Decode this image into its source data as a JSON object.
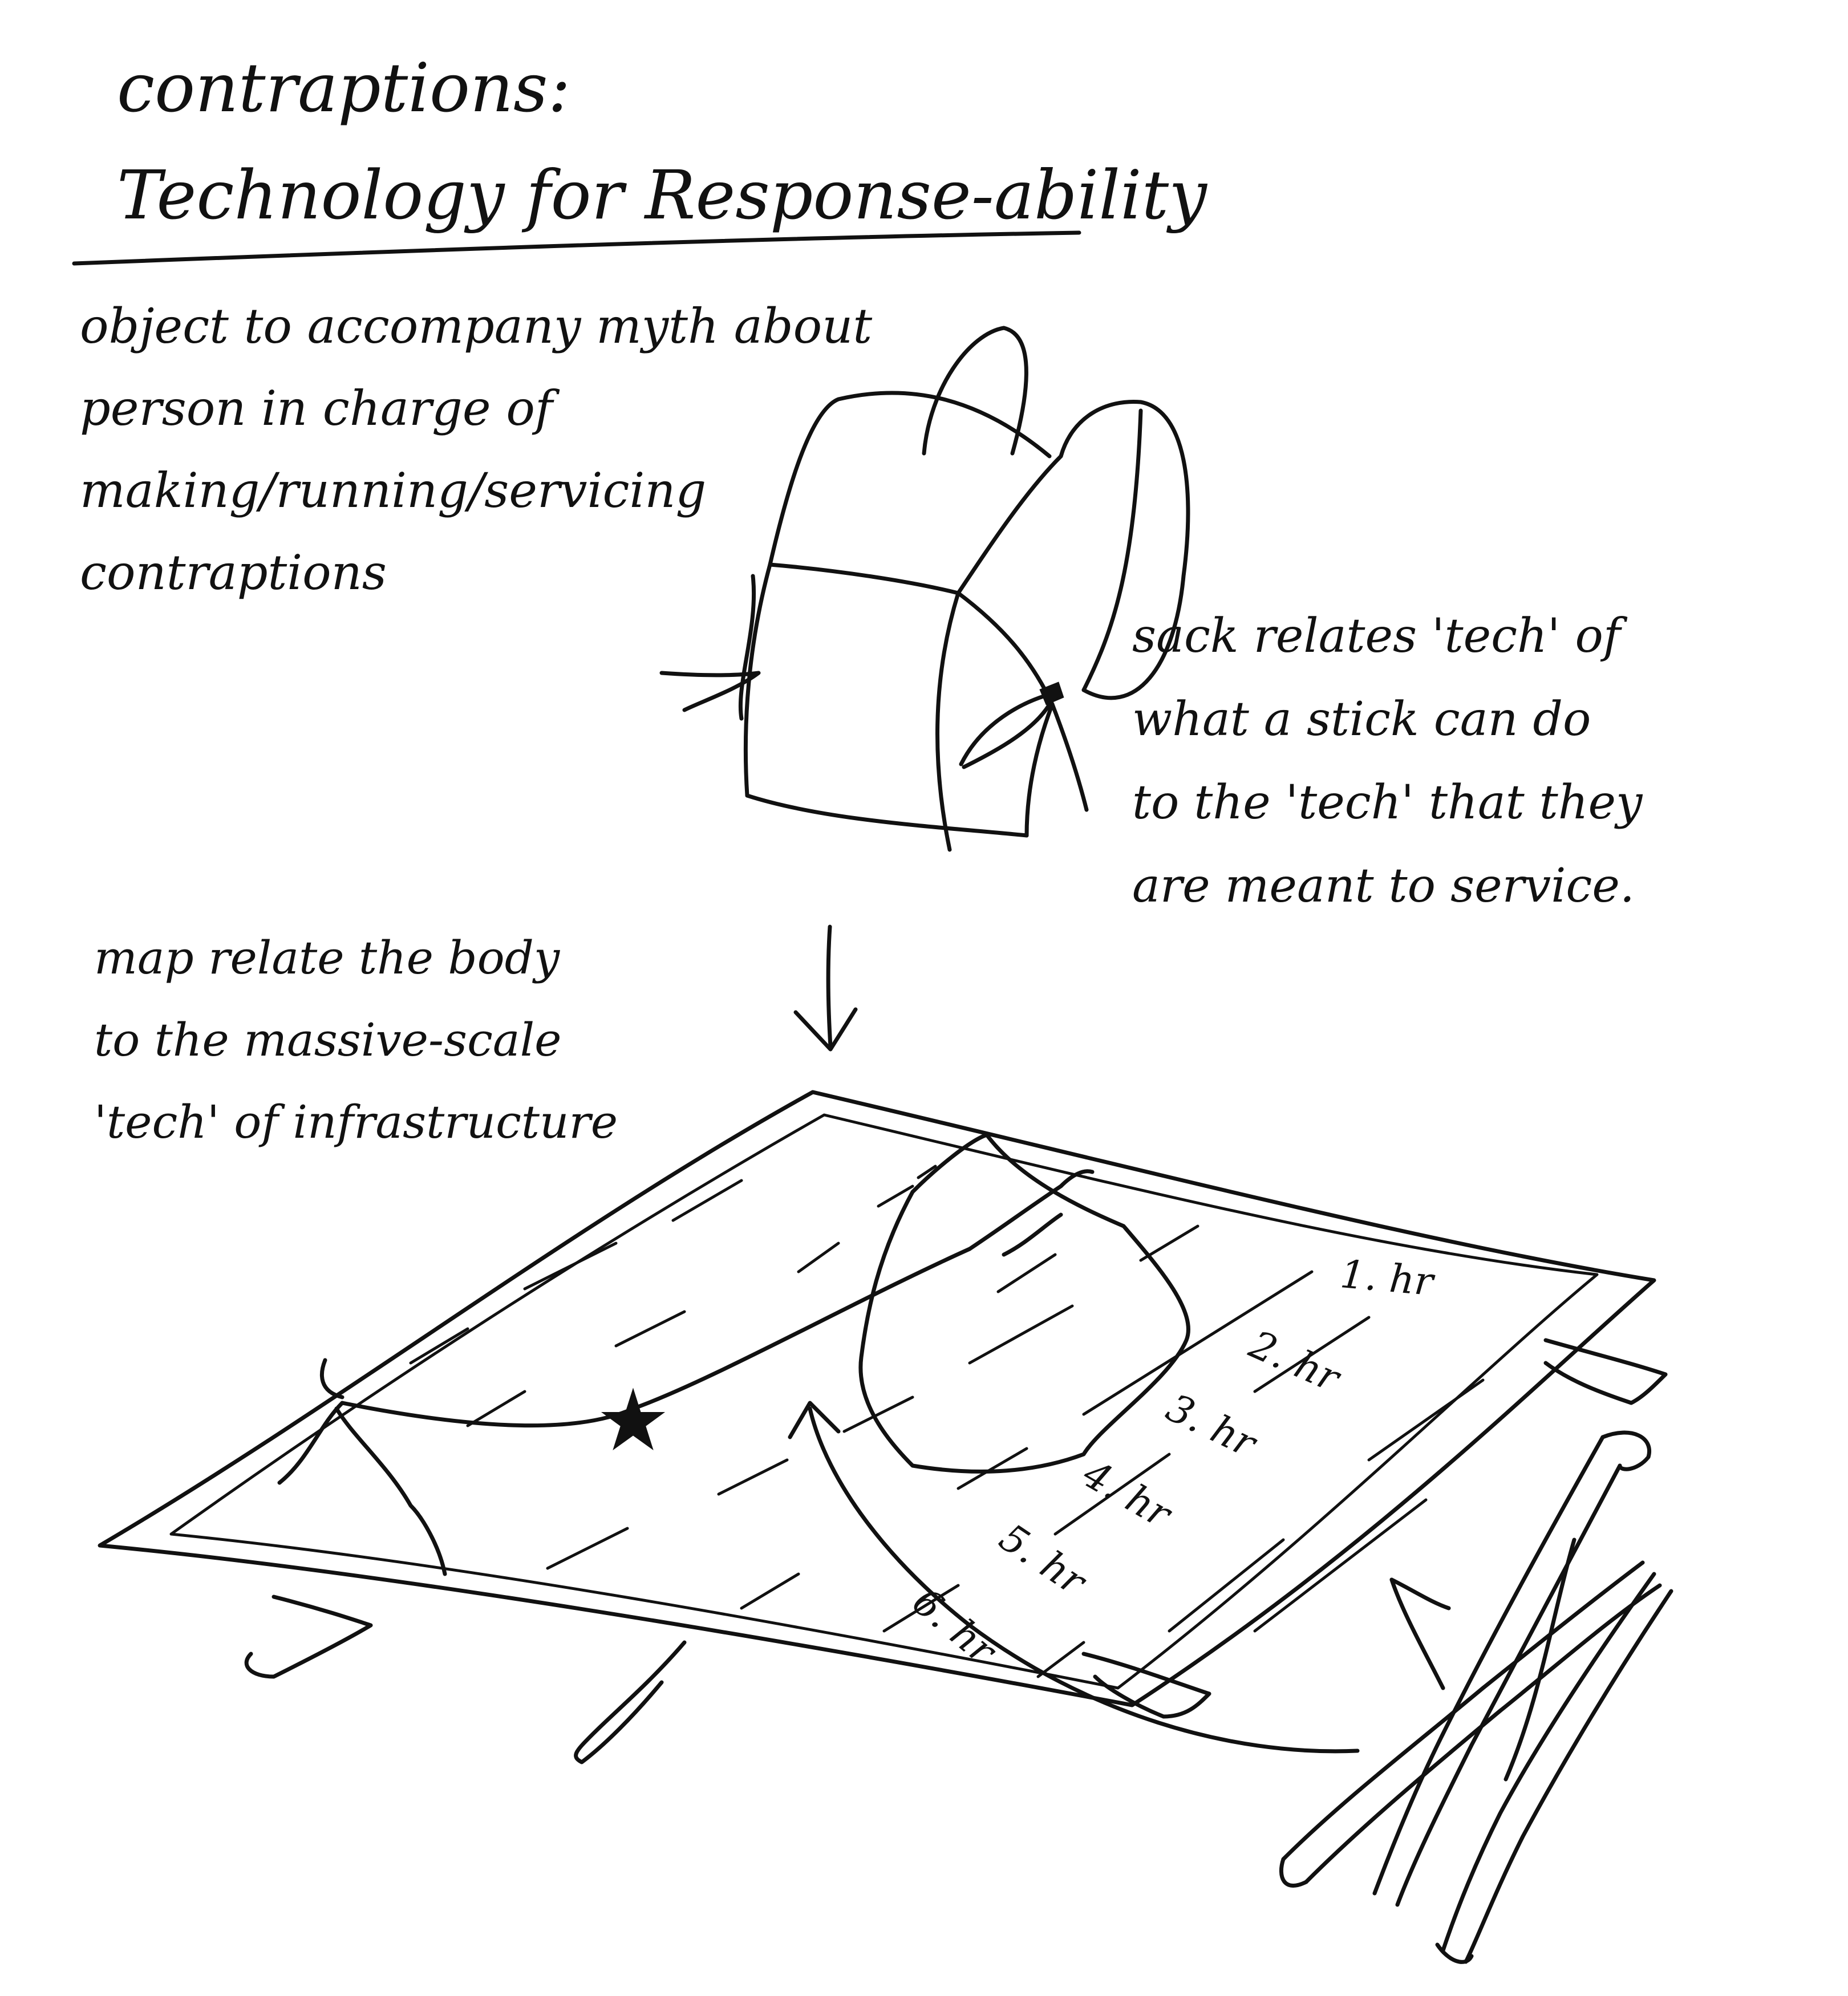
{
  "title": {
    "line1": "contraptions:",
    "line2": "Technology for Response-ability"
  },
  "notes": {
    "object": [
      "object to accompany myth about",
      "person in charge of",
      "making/running/servicing",
      "contraptions"
    ],
    "sack": [
      "sack relates 'tech' of",
      "what a stick can do",
      "to the 'tech' that they",
      "are meant to service."
    ],
    "map": [
      "map relate the body",
      "to the massive-scale",
      "'tech' of infrastructure"
    ]
  },
  "map_hours": [
    "1. hr",
    "2. hr",
    "3. hr",
    "4. hr",
    "5. hr",
    "6. hr"
  ],
  "colors": {
    "ink": "#111111",
    "paper": "#ffffff"
  },
  "drawings": [
    "backpack-sketch",
    "down-arrow",
    "map-sheet-sketch",
    "route-star-icon",
    "curved-arrow",
    "sticks-sketch"
  ]
}
